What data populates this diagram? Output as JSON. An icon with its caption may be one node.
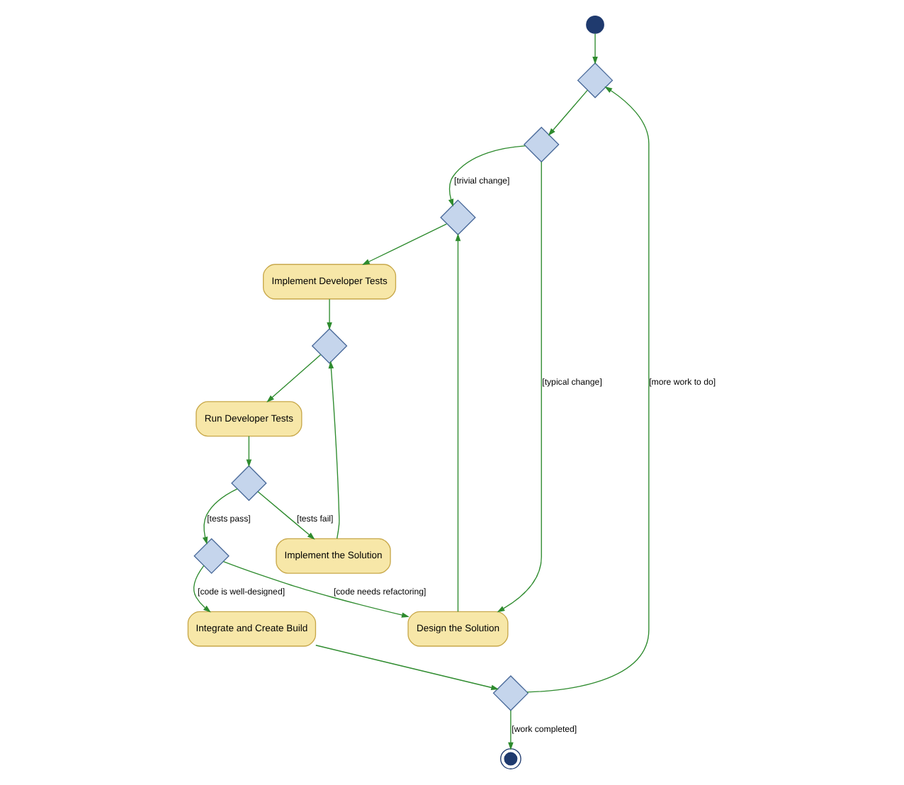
{
  "diagram": {
    "nodes": [
      {
        "text": [],
        "shape": "circle"
      },
      {
        "text": [],
        "shape": "diamond"
      },
      {
        "text": [],
        "shape": "diamond"
      },
      {
        "text": [],
        "shape": "diamond"
      },
      {
        "text": [
          "Design the Solution"
        ]
      },
      {
        "text": [
          "Implement Developer Tests"
        ]
      },
      {
        "text": [],
        "shape": "diamond"
      },
      {
        "text": [
          "Run Developer Tests"
        ]
      },
      {
        "text": [],
        "shape": "diamond"
      },
      {
        "text": [],
        "shape": "diamond"
      },
      {
        "text": [
          "Implement the Solution"
        ]
      },
      {
        "text": [
          "Integrate and Create Build"
        ]
      },
      {
        "text": [],
        "shape": "diamond"
      },
      {
        "text": [],
        "shape": "circle"
      }
    ],
    "edges": [
      {
        "from": 0,
        "to": 1,
        "arrow": "to"
      },
      {
        "from": 1,
        "to": 2,
        "arrow": "to"
      },
      {
        "from": 2,
        "to": 4,
        "arrow": "to",
        "label": "[typical change]"
      },
      {
        "from": 2,
        "to": 3,
        "arrow": "to",
        "label": "[trivial change]"
      },
      {
        "from": 4,
        "to": 3,
        "arrow": "to"
      },
      {
        "from": 3,
        "to": 5,
        "arrow": "to"
      },
      {
        "from": 5,
        "to": 6,
        "arrow": "to"
      },
      {
        "from": 6,
        "to": 7,
        "arrow": "to"
      },
      {
        "from": 7,
        "to": 8,
        "arrow": "to"
      },
      {
        "from": 8,
        "to": 9,
        "arrow": "to",
        "label": "[tests pass]"
      },
      {
        "from": 8,
        "to": 10,
        "arrow": "to",
        "label": "[tests fail]"
      },
      {
        "from": 10,
        "to": 6,
        "arrow": "to"
      },
      {
        "from": 9,
        "to": 4,
        "arrow": "to",
        "label": "[code needs refactoring]"
      },
      {
        "from": 9,
        "to": 11,
        "arrow": "to",
        "label": "[code is well-designed]"
      },
      {
        "from": 11,
        "to": 12,
        "arrow": "to"
      },
      {
        "from": 12,
        "to": 13,
        "arrow": "to",
        "label": "[work completed]"
      },
      {
        "from": 12,
        "to": 1,
        "arrow": "to",
        "label": "[more work to do]"
      }
    ]
  }
}
